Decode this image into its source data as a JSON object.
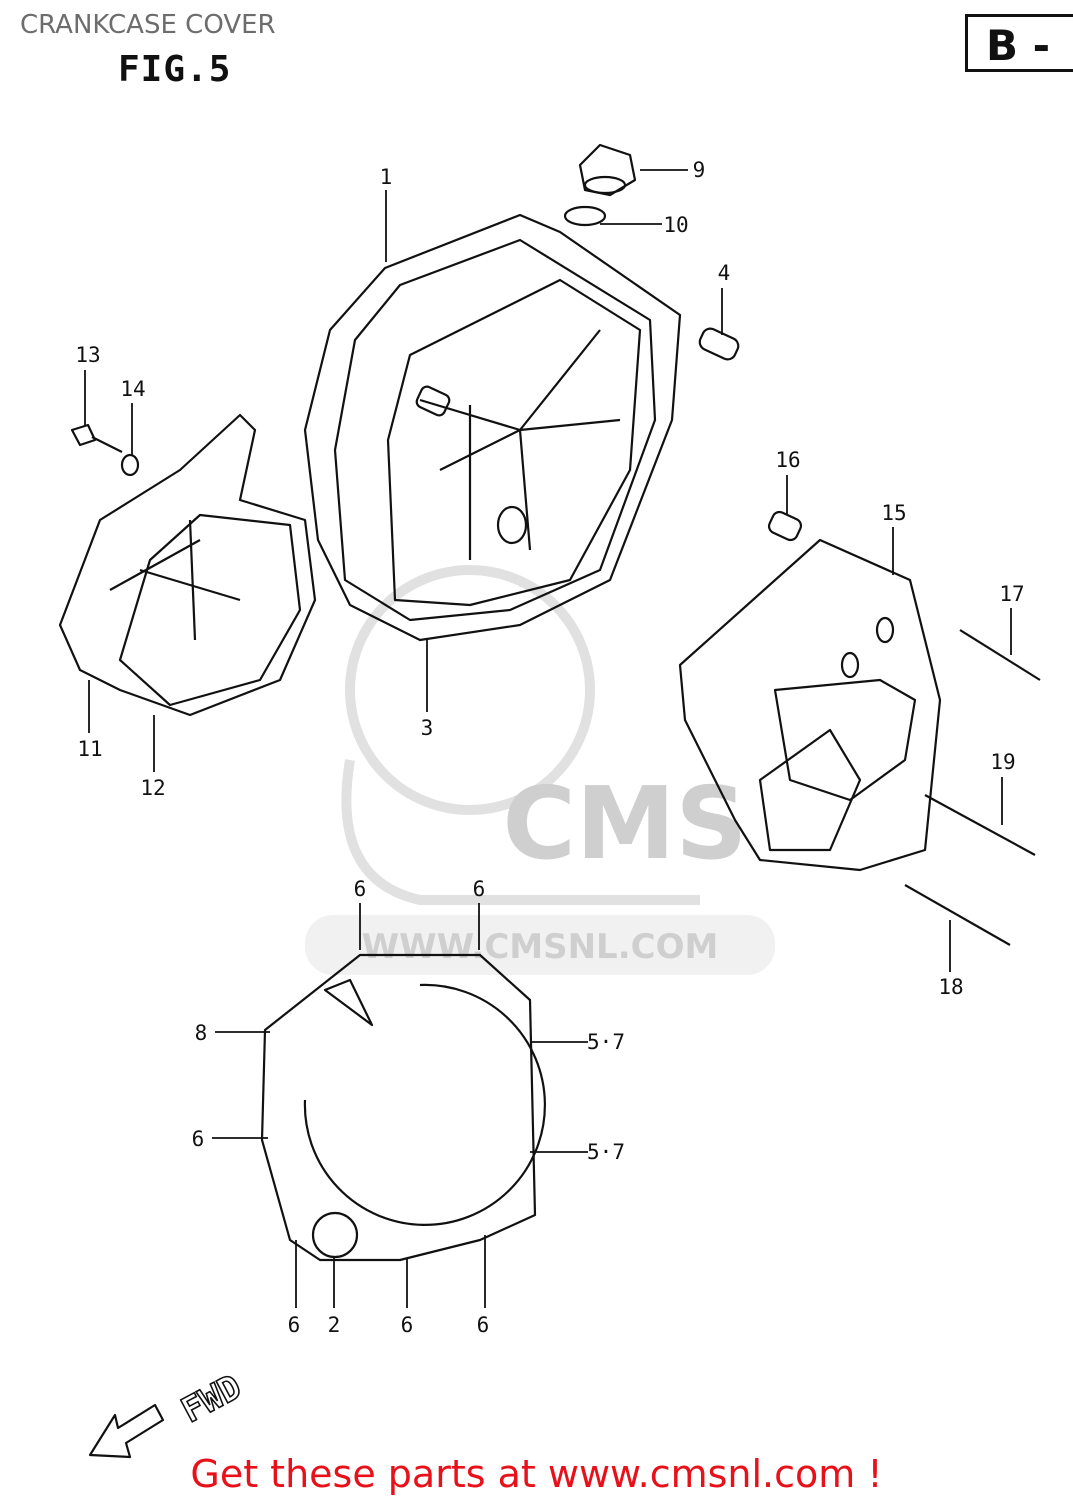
{
  "header": {
    "title": "CRANKCASE COVER",
    "figure": "FIG.5",
    "section_badge": "B -"
  },
  "watermark": {
    "logo_text": "CMS",
    "url_text": "WWW.CMSNL.COM"
  },
  "callouts": {
    "p1": "1",
    "p2": "2",
    "p3": "3",
    "p4": "4",
    "p9": "9",
    "p10": "10",
    "p11": "11",
    "p12": "12",
    "p13": "13",
    "p14": "14",
    "p15": "15",
    "p16": "16",
    "p17": "17",
    "p18": "18",
    "p19": "19",
    "p6a": "6",
    "p6b": "6",
    "p6c": "6",
    "p6d": "6",
    "p6e": "6",
    "p6f": "6",
    "p8": "8",
    "p57a": "5·7",
    "p57b": "5·7"
  },
  "direction_label": "FWD",
  "footer": {
    "text": "Get these parts at www.cmsnl.com !",
    "color": "#e8111a"
  }
}
